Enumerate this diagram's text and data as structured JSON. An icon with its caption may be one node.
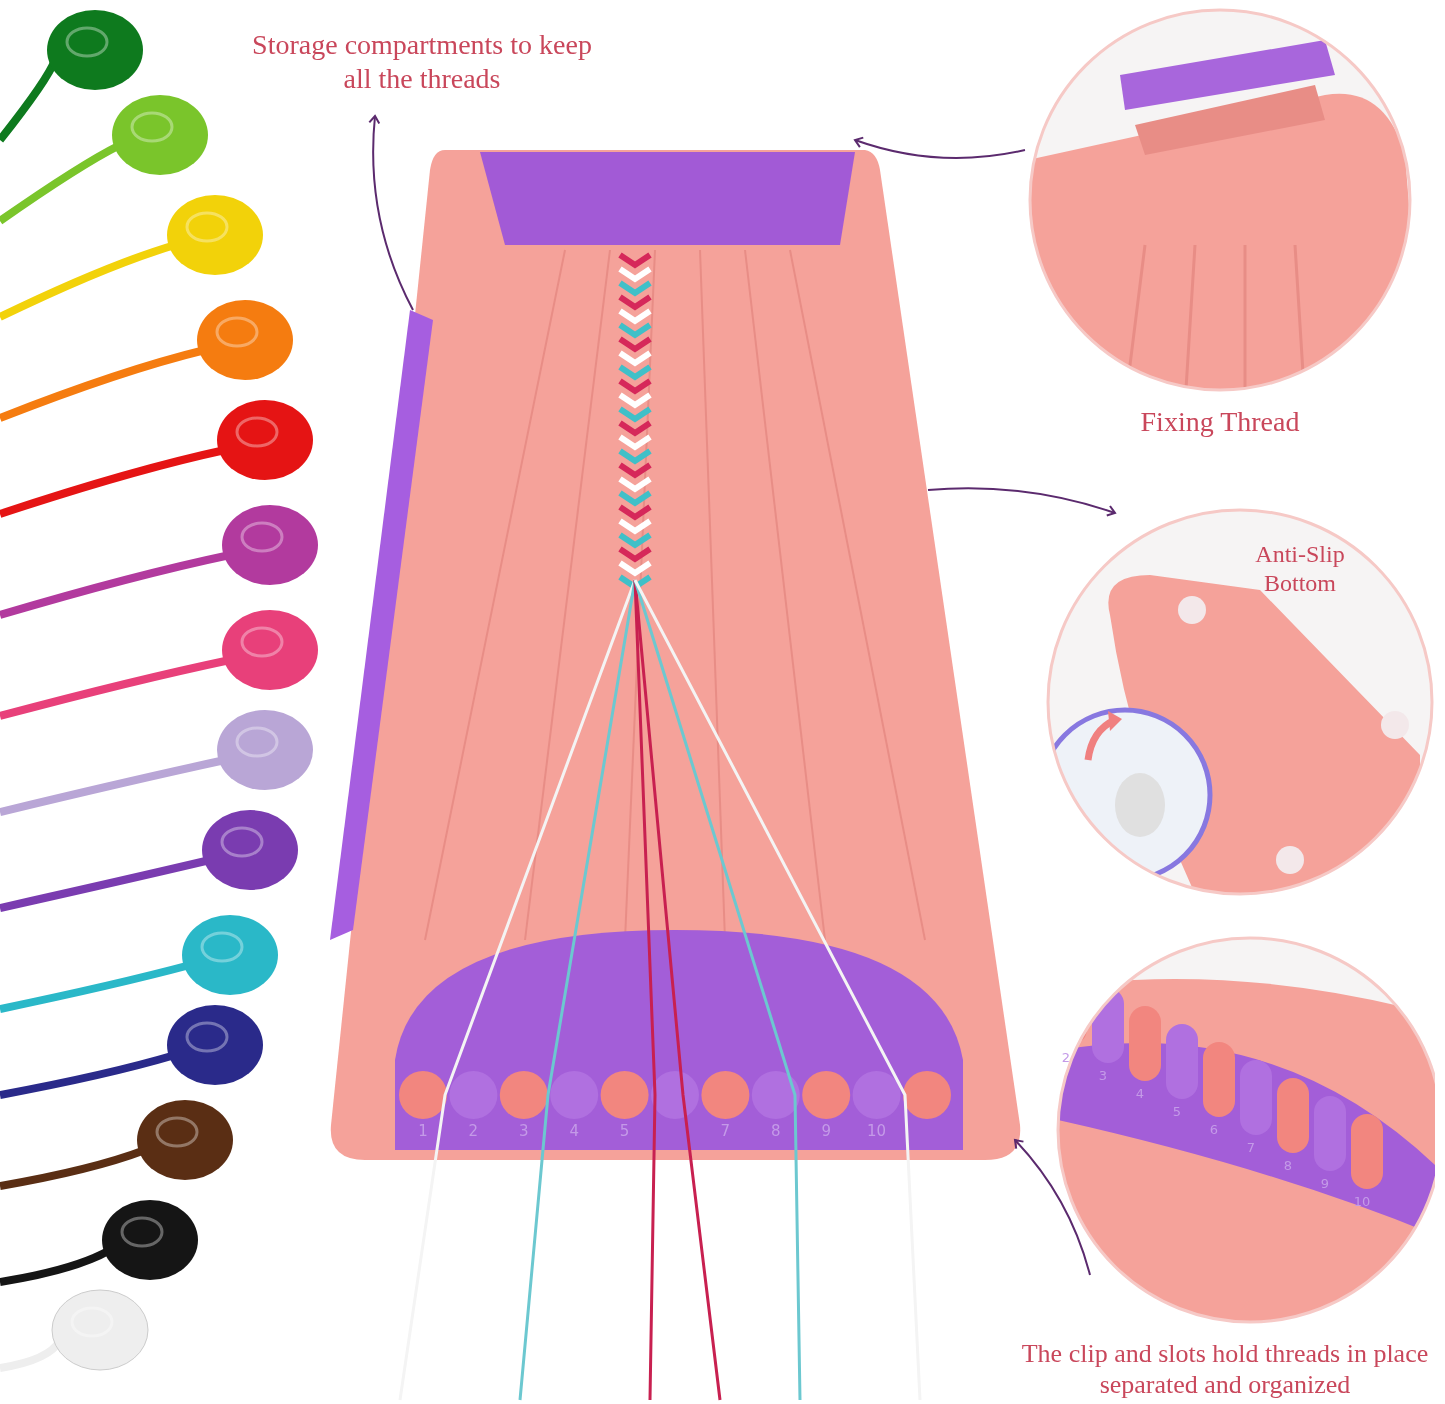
{
  "diagram": {
    "nodes": [
      {
        "text": [],
        "shape": "picture"
      },
      {
        "text": [
          "Storage compartments to keep all the threads"
        ]
      },
      {
        "text": [
          "Fixing Thread"
        ]
      },
      {
        "text": [
          "Anti-Slip Bottom"
        ]
      },
      {
        "text": [
          "The clip and slots hold threads in place separated and organized"
        ]
      }
    ],
    "edges": [
      {
        "from": 0,
        "to": 1,
        "arrow": "to"
      },
      {
        "from": 2,
        "to": 0,
        "arrow": "to"
      },
      {
        "from": 0,
        "to": 3,
        "arrow": "to"
      },
      {
        "from": 4,
        "to": 0,
        "arrow": "to"
      }
    ],
    "labels": [
      "1",
      "2",
      "3",
      "4",
      "5",
      "7",
      "8",
      "9",
      "10",
      "2",
      "3",
      "4",
      "5",
      "6",
      "7",
      "8",
      "9",
      "10"
    ]
  }
}
